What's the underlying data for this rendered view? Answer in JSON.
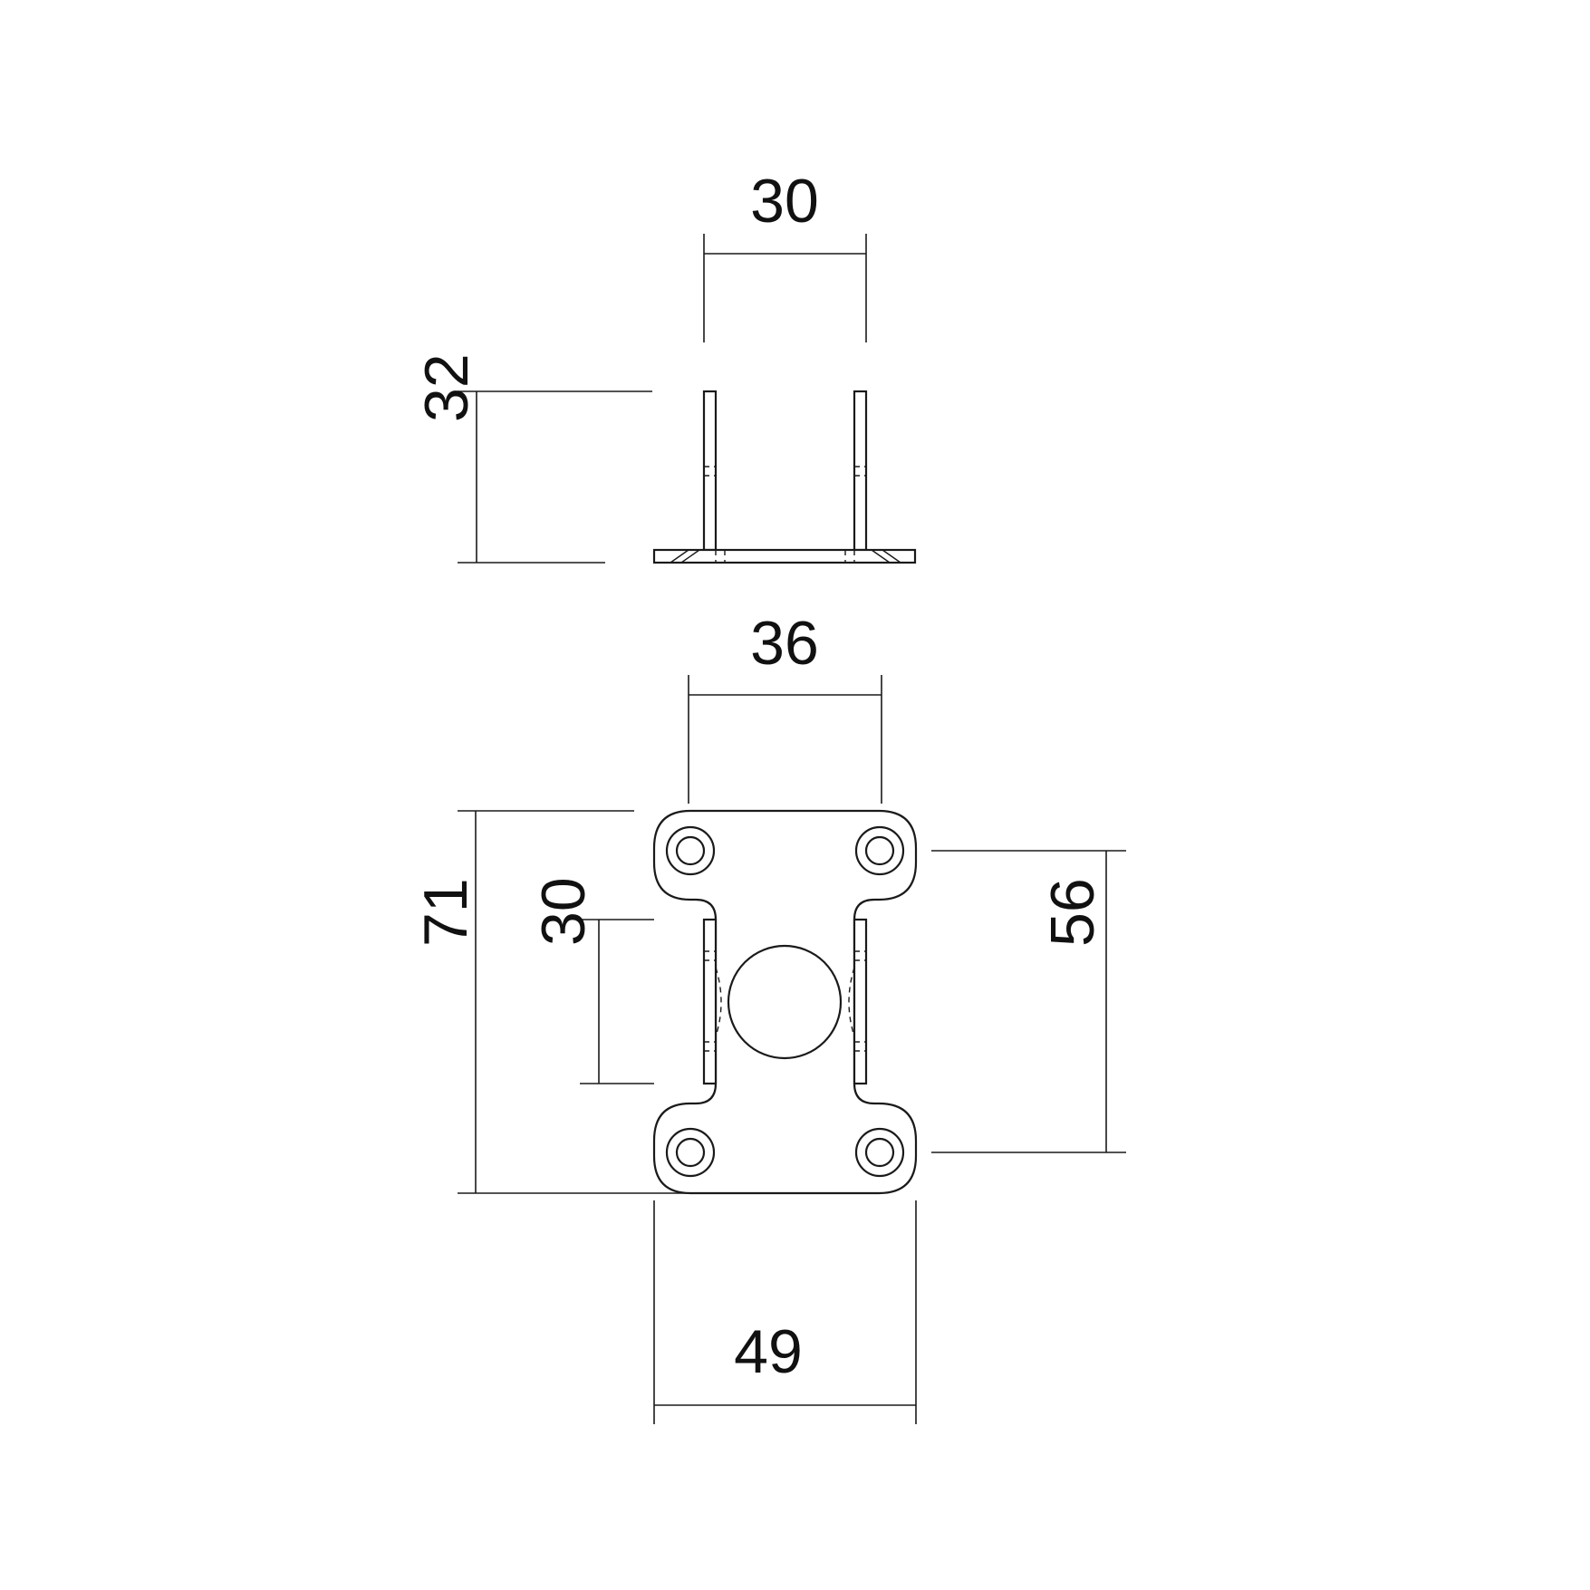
{
  "dimensions": {
    "side_top_width": "30",
    "side_height": "32",
    "top_inner_width": "36",
    "overall_height": "71",
    "inner_slot_height": "30",
    "hole_spacing": "56",
    "overall_width": "49"
  },
  "colors": {
    "line": "#1a1a1a",
    "background": "#ffffff"
  }
}
